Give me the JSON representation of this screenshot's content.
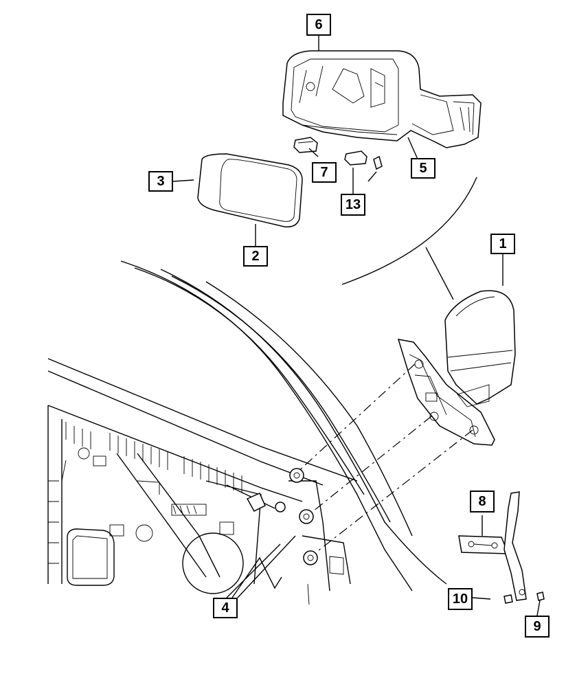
{
  "callouts": [
    {
      "id": "c1",
      "label": "1"
    },
    {
      "id": "c2",
      "label": "2"
    },
    {
      "id": "c3",
      "label": "3"
    },
    {
      "id": "c4",
      "label": "4"
    },
    {
      "id": "c5",
      "label": "5"
    },
    {
      "id": "c6",
      "label": "6"
    },
    {
      "id": "c7",
      "label": "7"
    },
    {
      "id": "c8",
      "label": "8"
    },
    {
      "id": "c9",
      "label": "9"
    },
    {
      "id": "c10",
      "label": "10"
    },
    {
      "id": "c13",
      "label": "13"
    }
  ]
}
